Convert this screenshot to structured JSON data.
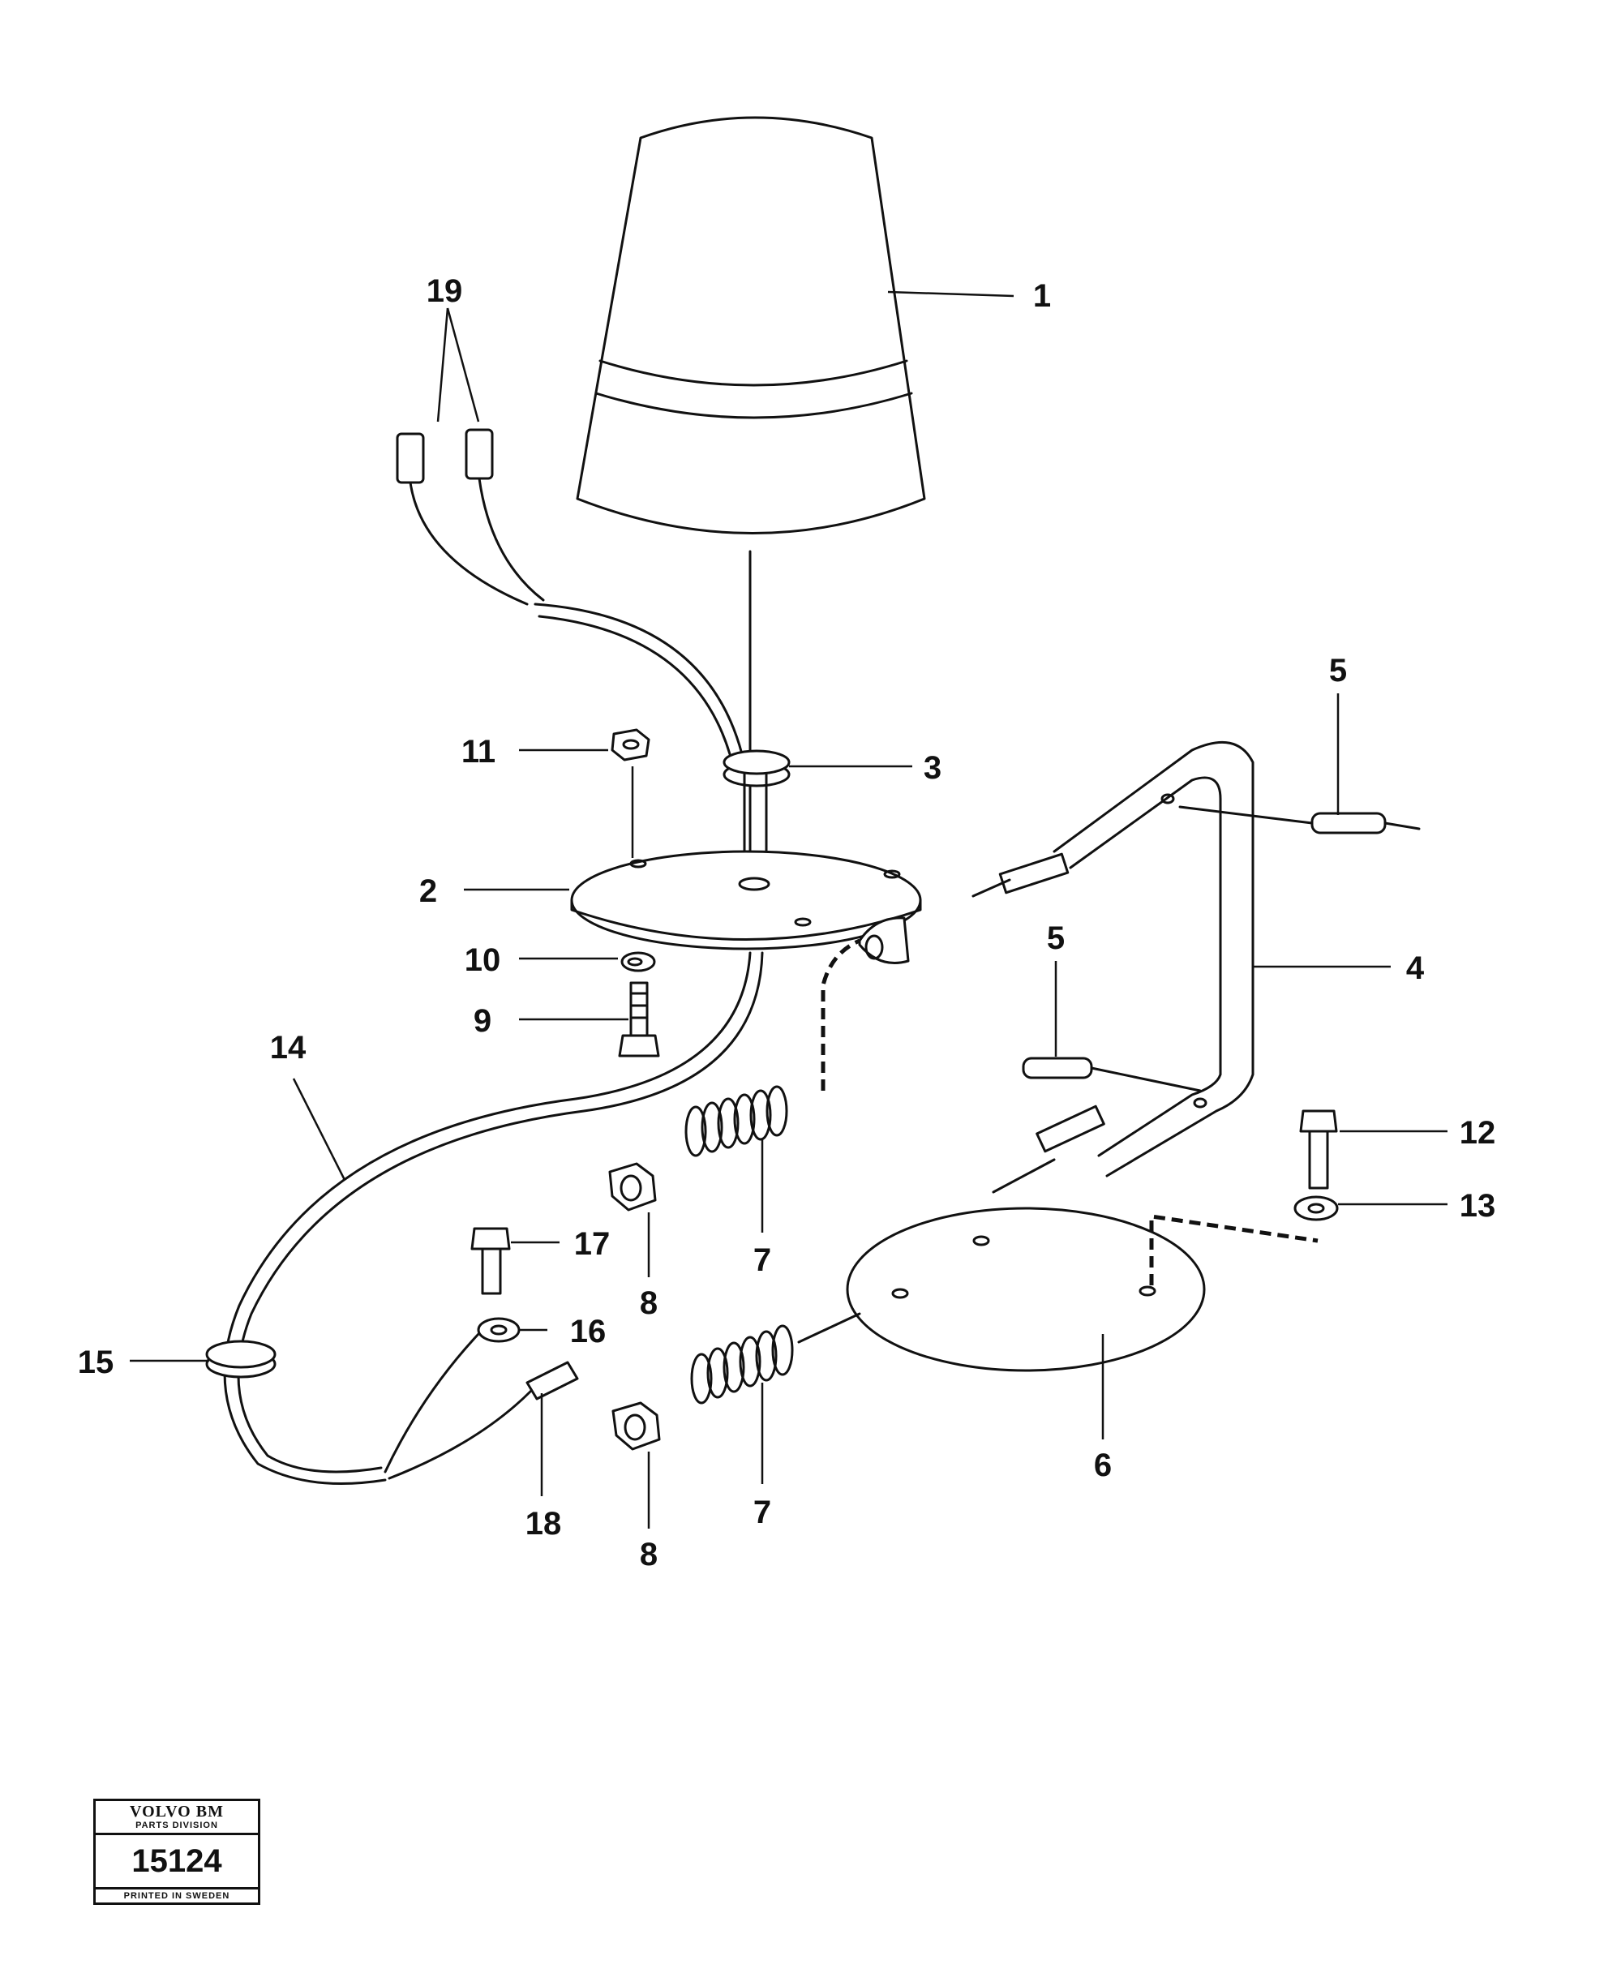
{
  "callouts": [
    "1",
    "2",
    "3",
    "4",
    "5",
    "5",
    "6",
    "7",
    "7",
    "8",
    "8",
    "9",
    "10",
    "11",
    "12",
    "13",
    "14",
    "15",
    "16",
    "17",
    "18",
    "19"
  ],
  "stamp": {
    "brand": "VOLVO BM",
    "division": "PARTS DIVISION",
    "number": "15124",
    "printed": "PRINTED IN SWEDEN"
  }
}
